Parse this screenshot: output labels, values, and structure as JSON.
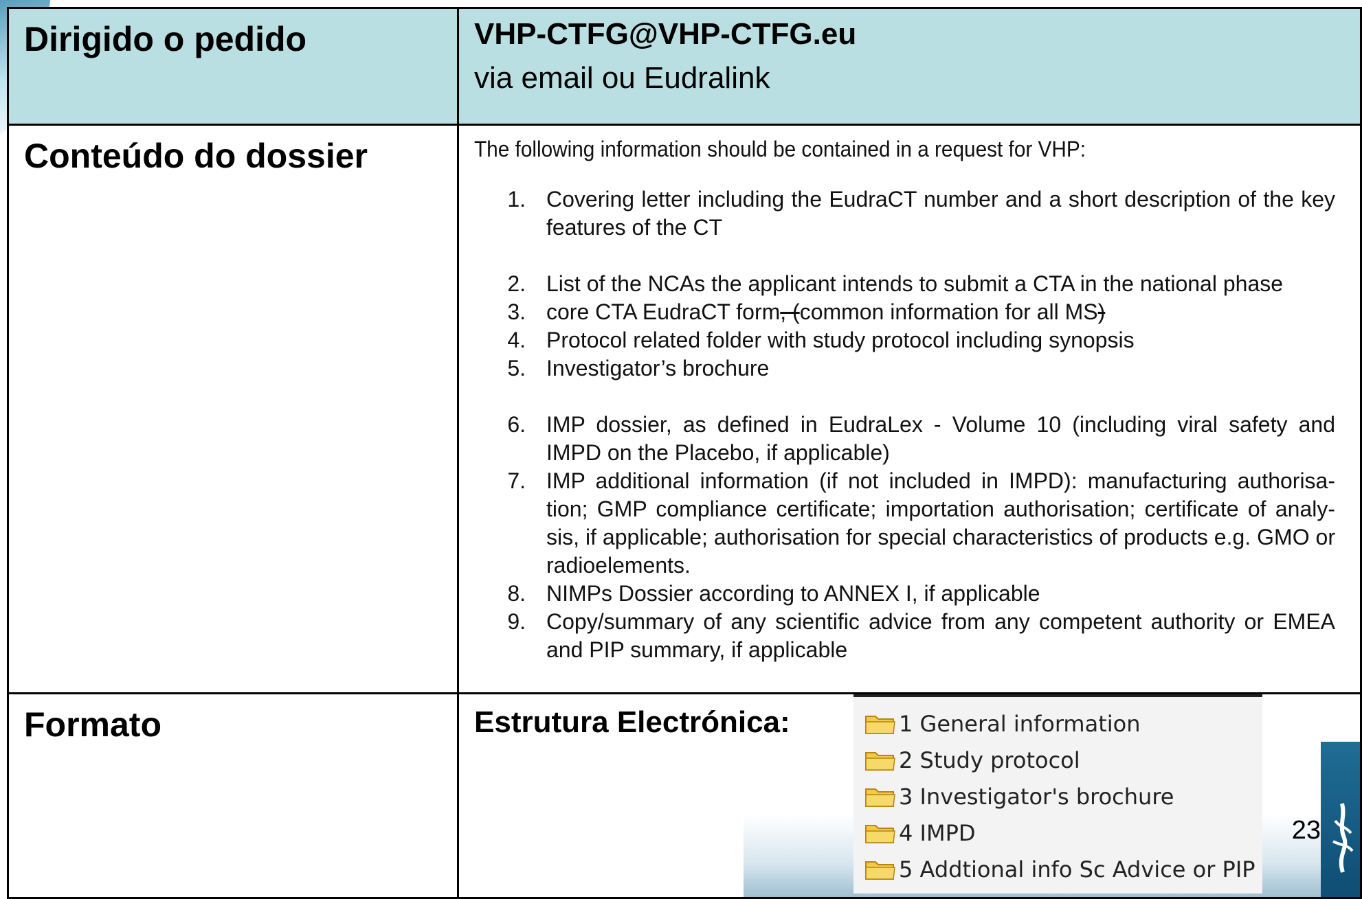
{
  "table": {
    "row1": {
      "label": "Dirigido o pedido",
      "email": "VHP-CTFG@VHP-CTFG.eu",
      "via": "via email ou Eudralink"
    },
    "row2": {
      "label": "Conteúdo do dossier",
      "intro": "The following information should be contained in a request for VHP:",
      "items": [
        {
          "num": "1.",
          "text": "Covering letter including the EudraCT number and a short description of the key features of the CT"
        },
        {
          "num": "2.",
          "text": "List of the NCAs the applicant intends to submit a CTA in the national phase"
        },
        {
          "num": "3.",
          "text_a": "core CTA EudraCT form",
          "text_strike_a": ", (",
          "text_b": "common information for all MS",
          "text_strike_b": ")"
        },
        {
          "num": "4.",
          "text": "Protocol related folder with study protocol including synopsis"
        },
        {
          "num": "5.",
          "text": "Investigator’s brochure"
        },
        {
          "num": "6.",
          "text": "IMP dossier, as defined in EudraLex - Volume 10 (including viral safety and IMPD on the Placebo, if applicable)"
        },
        {
          "num": "7.",
          "text": "IMP additional information (if not included in IMPD): manufacturing authorisa-tion; GMP compliance certificate; importation authorisation; certificate of analy-sis, if applicable; authorisation for special characteristics of products e.g. GMO or radioelements."
        },
        {
          "num": "8.",
          "text": "NIMPs Dossier according to ANNEX I, if applicable"
        },
        {
          "num": "9.",
          "text": "Copy/summary of any scientific advice from any competent authority or EMEA and PIP summary, if applicable"
        }
      ]
    },
    "row3": {
      "label": "Formato",
      "structure_label": "Estrutura Electrónica:",
      "folders": [
        "1 General information",
        "2 Study protocol",
        "3 Investigator's brochure",
        "4 IMPD",
        "5 Addtional info Sc Advice or PIP"
      ]
    }
  },
  "page_number": "23",
  "colors": {
    "header_bg": "#badfe2",
    "folder_yellow": "#f2c94c"
  }
}
